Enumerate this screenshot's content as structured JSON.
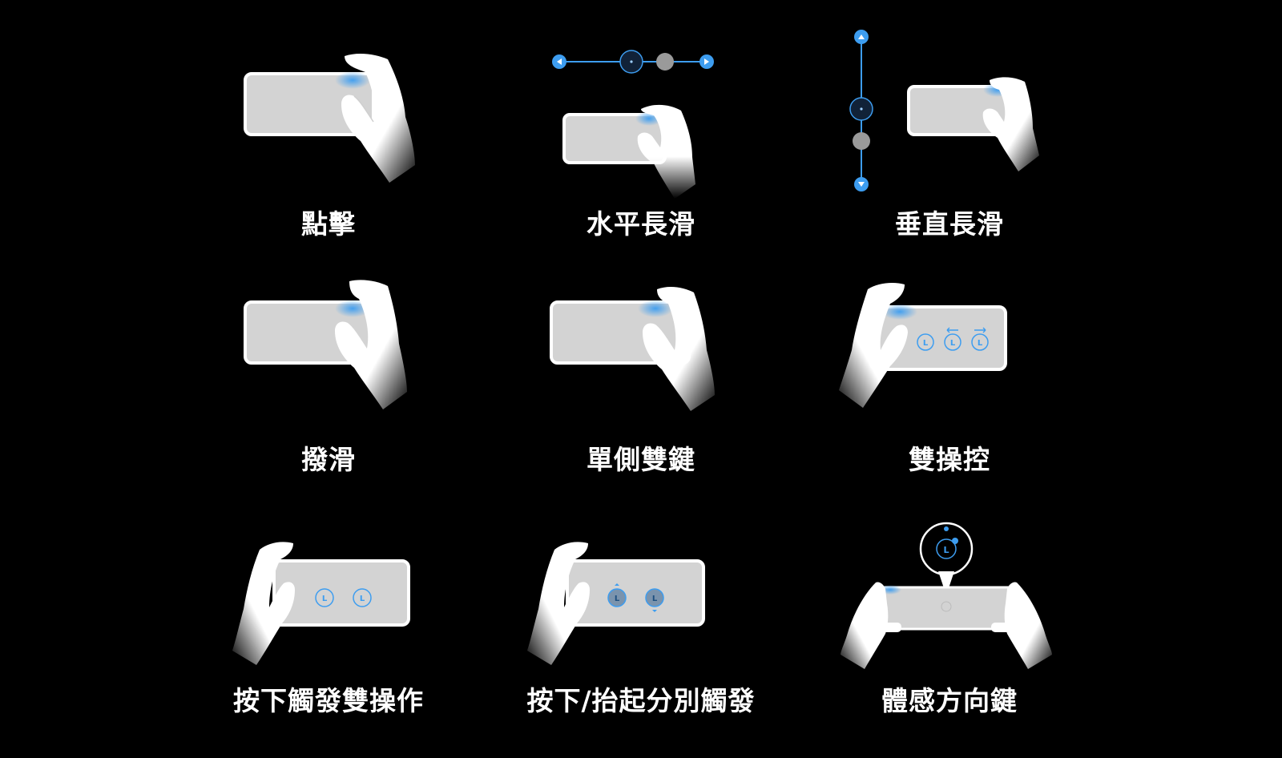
{
  "gestures": [
    {
      "label": "點擊",
      "icon": "tap-gesture-icon"
    },
    {
      "label": "水平長滑",
      "icon": "horizontal-long-swipe-icon"
    },
    {
      "label": "垂直長滑",
      "icon": "vertical-long-swipe-icon"
    },
    {
      "label": "撥滑",
      "icon": "flick-swipe-icon"
    },
    {
      "label": "單側雙鍵",
      "icon": "one-side-double-key-icon"
    },
    {
      "label": "雙操控",
      "icon": "dual-control-icon"
    },
    {
      "label": "按下觸發雙操作",
      "icon": "press-trigger-double-operation-icon"
    },
    {
      "label": "按下/抬起分別觸發",
      "icon": "press-release-separate-trigger-icon"
    },
    {
      "label": "體感方向鍵",
      "icon": "motion-sensing-direction-key-icon"
    }
  ],
  "key_glyph": "L",
  "colors": {
    "background": "#000000",
    "phone_screen": "#d3d3d3",
    "hand": "#ffffff",
    "accent": "#3d9df0",
    "touch_glow": "#5aaee8"
  }
}
